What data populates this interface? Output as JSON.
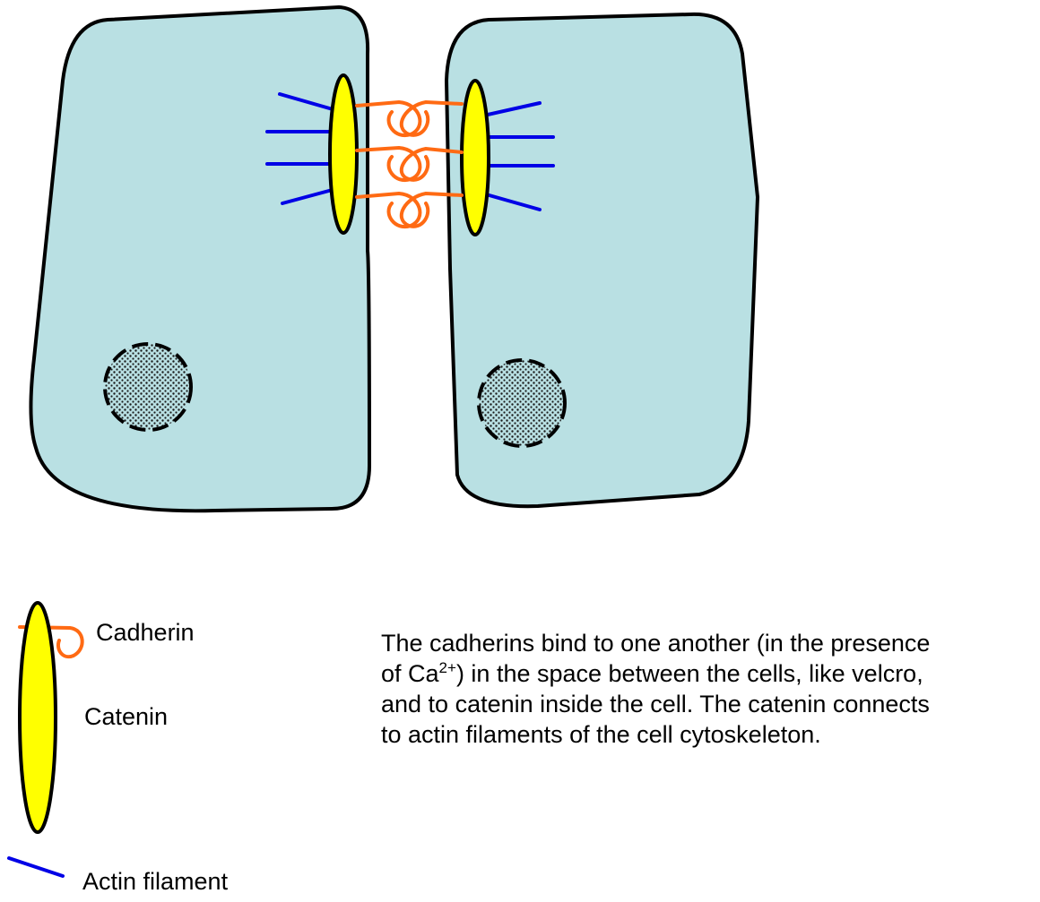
{
  "colors": {
    "cell_fill": "#b9e0e3",
    "cell_outline": "#000000",
    "catenin_fill": "#ffff00",
    "cadherin": "#ff6a13",
    "actin": "#0000e6",
    "nucleus_fill": "#ffffff",
    "nucleus_dots": "#1a1a1a"
  },
  "legend": {
    "cadherin_label": "Cadherin",
    "cadherin_icon": "cadherin-hook-icon",
    "catenin_label": "Catenin",
    "catenin_icon": "catenin-ellipse-icon",
    "actin_label": "Actin filament",
    "actin_icon": "actin-line-icon"
  },
  "caption": {
    "line1": "The cadherins bind to one another (in the presence",
    "line2_before": "of Ca",
    "line2_sup": "2+",
    "line2_after": ") in the space between the cells, like velcro,",
    "line3": "and to catenin inside the cell. The catenin connects",
    "line4": "to actin filaments of the cell cytoskeleton."
  }
}
